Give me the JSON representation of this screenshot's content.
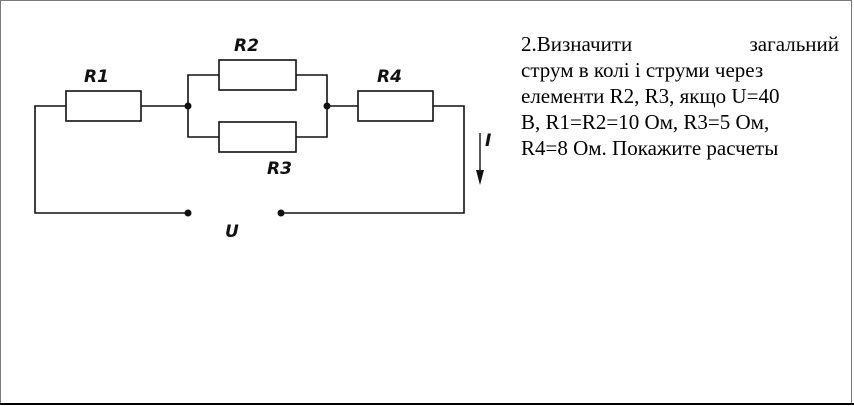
{
  "labels": {
    "r1": "R1",
    "r2": "R2",
    "r3": "R3",
    "r4": "R4",
    "current": "I",
    "voltage": "U"
  },
  "task": {
    "line1_a": "2.Визначити",
    "line1_b": "загальний",
    "line2": "струм в колі і струми  через",
    "line3": "елементи R2, R3, якщо  U=40",
    "line4": "В,  R1=R2=10 Ом,  R3=5 Ом,",
    "line5": "R4=8 Ом. Покажите расчеты"
  }
}
